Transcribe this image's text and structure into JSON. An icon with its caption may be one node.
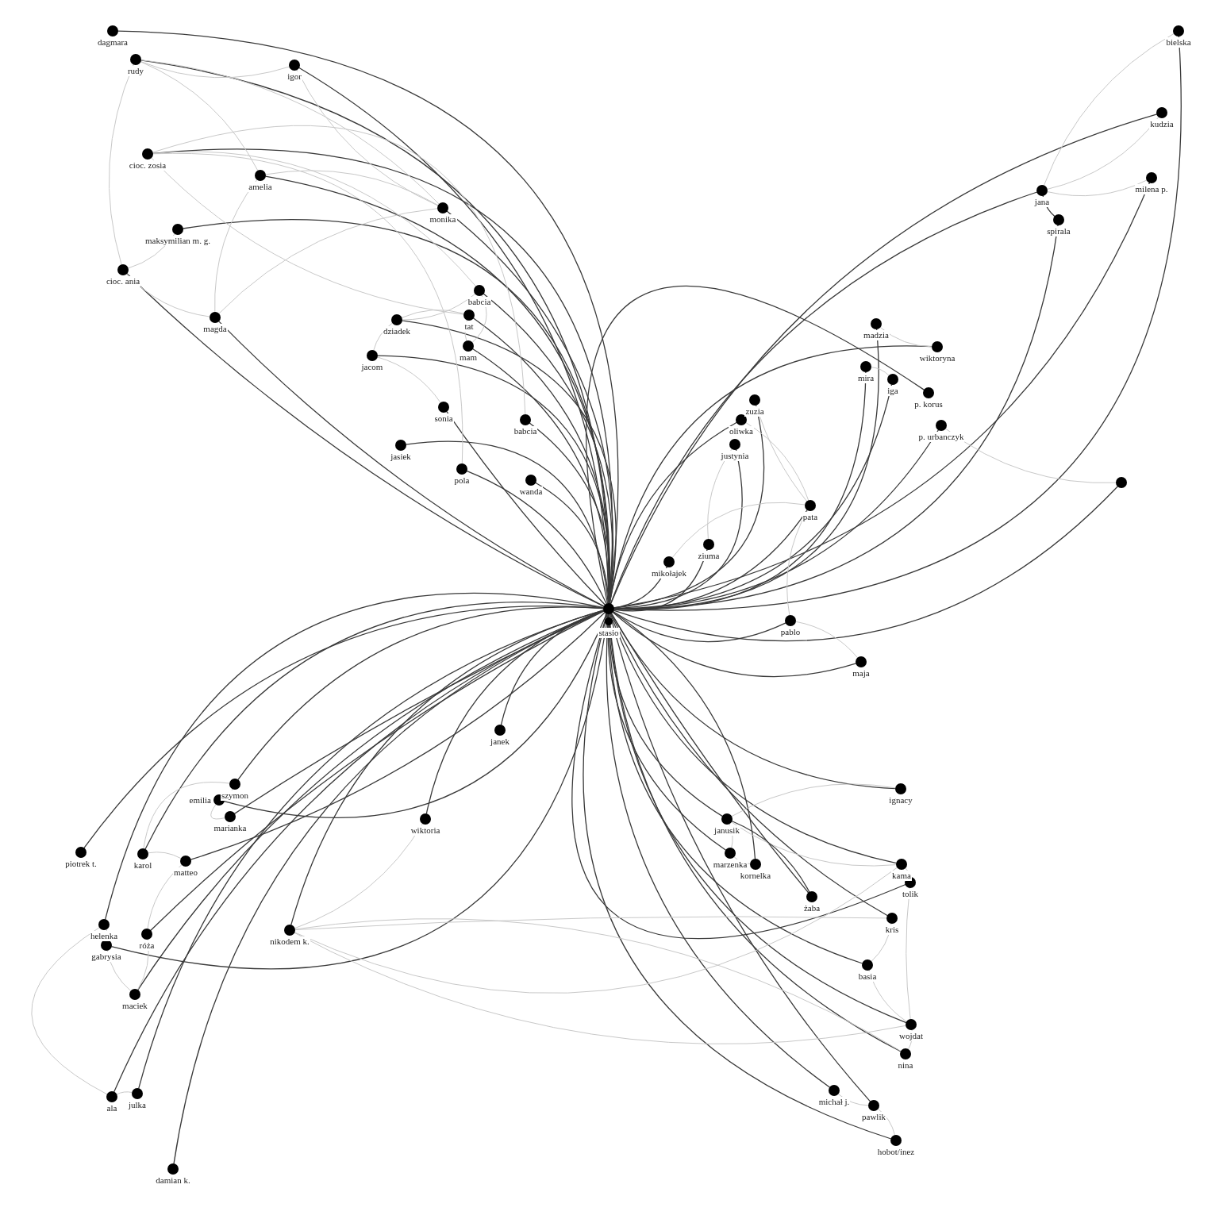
{
  "diagram": {
    "nodes": [
      {
        "text": [
          "dagmara"
        ]
      },
      {
        "text": [
          "rudy"
        ]
      },
      {
        "text": [
          "igor"
        ]
      },
      {
        "text": [
          "cioc. zosia"
        ]
      },
      {
        "text": [
          "amelia"
        ]
      },
      {
        "text": [
          "monika"
        ]
      },
      {
        "text": [
          "maksymilian m. g."
        ]
      },
      {
        "text": [
          "cioc. ania"
        ]
      },
      {
        "text": [
          "magda"
        ]
      },
      {
        "text": [
          "babcia"
        ]
      },
      {
        "text": [
          "dziadek"
        ]
      },
      {
        "text": [
          "tat"
        ]
      },
      {
        "text": [
          "jacom"
        ]
      },
      {
        "text": [
          "mam"
        ]
      },
      {
        "text": [
          "sonia"
        ]
      },
      {
        "text": [
          "babcia"
        ]
      },
      {
        "text": [
          "jasiek"
        ]
      },
      {
        "text": [
          "pola"
        ]
      },
      {
        "text": [
          "wanda"
        ]
      },
      {
        "text": [],
        "shape": "circle"
      },
      {
        "text": [
          "stasio"
        ]
      },
      {
        "text": [
          "bielska"
        ]
      },
      {
        "text": [
          "kudzia"
        ]
      },
      {
        "text": [
          "milena p."
        ]
      },
      {
        "text": [
          "jana"
        ]
      },
      {
        "text": [
          "spirala"
        ]
      },
      {
        "text": [
          "madzia"
        ]
      },
      {
        "text": [
          "wiktoryna"
        ]
      },
      {
        "text": [
          "mira"
        ]
      },
      {
        "text": [
          "iga"
        ]
      },
      {
        "text": [
          "p. korus"
        ]
      },
      {
        "text": [
          "p. urbanczyk"
        ]
      },
      {
        "text": [
          "zuzia"
        ]
      },
      {
        "text": [
          "oliwka"
        ]
      },
      {
        "text": [
          "justynia"
        ]
      },
      {
        "text": [],
        "shape": "circle"
      },
      {
        "text": [
          "pata"
        ]
      },
      {
        "text": [
          "ziuma"
        ]
      },
      {
        "text": [
          "mikołajek"
        ]
      },
      {
        "text": [
          "pablo"
        ]
      },
      {
        "text": [
          "maja"
        ]
      },
      {
        "text": [
          "janek"
        ]
      },
      {
        "text": [
          "szymon"
        ]
      },
      {
        "text": [
          "emilia"
        ]
      },
      {
        "text": [
          "marianka"
        ]
      },
      {
        "text": [
          "wiktoria"
        ]
      },
      {
        "text": [
          "piotrek t."
        ]
      },
      {
        "text": [
          "karol"
        ]
      },
      {
        "text": [
          "matteo"
        ]
      },
      {
        "text": [
          "helenka"
        ]
      },
      {
        "text": [
          "gabrysia"
        ]
      },
      {
        "text": [
          "róża"
        ]
      },
      {
        "text": [
          "nikodem k."
        ]
      },
      {
        "text": [
          "maciek"
        ]
      },
      {
        "text": [
          "ala"
        ]
      },
      {
        "text": [
          "julka"
        ]
      },
      {
        "text": [
          "damian k."
        ]
      },
      {
        "text": [
          "ignacy"
        ]
      },
      {
        "text": [
          "janusik"
        ]
      },
      {
        "text": [
          "marzenka"
        ]
      },
      {
        "text": [
          "kornelka"
        ]
      },
      {
        "text": [
          "kama"
        ]
      },
      {
        "text": [
          "tolik"
        ]
      },
      {
        "text": [
          "żaba"
        ]
      },
      {
        "text": [
          "kris"
        ]
      },
      {
        "text": [
          "basia"
        ]
      },
      {
        "text": [
          "wojdat"
        ]
      },
      {
        "text": [
          "nina"
        ]
      },
      {
        "text": [
          "michał j."
        ]
      },
      {
        "text": [
          "pawlik"
        ]
      },
      {
        "text": [
          "hobot/inez"
        ]
      }
    ],
    "edges": [
      {
        "from": 19,
        "to": 0,
        "arrow": "none"
      },
      {
        "from": 19,
        "to": 1,
        "arrow": "none"
      },
      {
        "from": 19,
        "to": 2,
        "arrow": "none"
      },
      {
        "from": 19,
        "to": 3,
        "arrow": "none"
      },
      {
        "from": 19,
        "to": 4,
        "arrow": "none"
      },
      {
        "from": 19,
        "to": 5,
        "arrow": "none"
      },
      {
        "from": 19,
        "to": 6,
        "arrow": "none"
      },
      {
        "from": 19,
        "to": 7,
        "arrow": "none"
      },
      {
        "from": 19,
        "to": 8,
        "arrow": "none"
      },
      {
        "from": 19,
        "to": 9,
        "arrow": "none"
      },
      {
        "from": 19,
        "to": 10,
        "arrow": "none"
      },
      {
        "from": 19,
        "to": 11,
        "arrow": "none"
      },
      {
        "from": 19,
        "to": 12,
        "arrow": "none"
      },
      {
        "from": 19,
        "to": 13,
        "arrow": "none"
      },
      {
        "from": 19,
        "to": 14,
        "arrow": "none"
      },
      {
        "from": 19,
        "to": 15,
        "arrow": "none"
      },
      {
        "from": 19,
        "to": 16,
        "arrow": "none"
      },
      {
        "from": 19,
        "to": 17,
        "arrow": "none"
      },
      {
        "from": 19,
        "to": 18,
        "arrow": "none"
      },
      {
        "from": 19,
        "to": 20,
        "arrow": "none"
      },
      {
        "from": 19,
        "to": 21,
        "arrow": "none"
      },
      {
        "from": 19,
        "to": 22,
        "arrow": "none"
      },
      {
        "from": 19,
        "to": 23,
        "arrow": "none"
      },
      {
        "from": 19,
        "to": 24,
        "arrow": "none"
      },
      {
        "from": 19,
        "to": 25,
        "arrow": "none"
      },
      {
        "from": 19,
        "to": 26,
        "arrow": "none"
      },
      {
        "from": 19,
        "to": 27,
        "arrow": "none"
      },
      {
        "from": 19,
        "to": 28,
        "arrow": "none"
      },
      {
        "from": 19,
        "to": 29,
        "arrow": "none"
      },
      {
        "from": 19,
        "to": 30,
        "arrow": "none"
      },
      {
        "from": 19,
        "to": 31,
        "arrow": "none"
      },
      {
        "from": 19,
        "to": 32,
        "arrow": "none"
      },
      {
        "from": 19,
        "to": 33,
        "arrow": "none"
      },
      {
        "from": 19,
        "to": 34,
        "arrow": "none"
      },
      {
        "from": 19,
        "to": 35,
        "arrow": "none"
      },
      {
        "from": 19,
        "to": 36,
        "arrow": "none"
      },
      {
        "from": 19,
        "to": 37,
        "arrow": "none"
      },
      {
        "from": 19,
        "to": 38,
        "arrow": "none"
      },
      {
        "from": 19,
        "to": 39,
        "arrow": "none"
      },
      {
        "from": 19,
        "to": 40,
        "arrow": "none"
      },
      {
        "from": 19,
        "to": 41,
        "arrow": "none"
      },
      {
        "from": 19,
        "to": 42,
        "arrow": "none"
      },
      {
        "from": 19,
        "to": 43,
        "arrow": "none"
      },
      {
        "from": 19,
        "to": 44,
        "arrow": "none"
      },
      {
        "from": 19,
        "to": 45,
        "arrow": "none"
      },
      {
        "from": 19,
        "to": 46,
        "arrow": "none"
      },
      {
        "from": 19,
        "to": 47,
        "arrow": "none"
      },
      {
        "from": 19,
        "to": 48,
        "arrow": "none"
      },
      {
        "from": 19,
        "to": 49,
        "arrow": "none"
      },
      {
        "from": 19,
        "to": 50,
        "arrow": "none"
      },
      {
        "from": 19,
        "to": 51,
        "arrow": "none"
      },
      {
        "from": 19,
        "to": 52,
        "arrow": "none"
      },
      {
        "from": 19,
        "to": 53,
        "arrow": "none"
      },
      {
        "from": 19,
        "to": 54,
        "arrow": "none"
      },
      {
        "from": 19,
        "to": 55,
        "arrow": "none"
      },
      {
        "from": 19,
        "to": 56,
        "arrow": "none"
      },
      {
        "from": 19,
        "to": 57,
        "arrow": "none"
      },
      {
        "from": 19,
        "to": 58,
        "arrow": "none"
      },
      {
        "from": 19,
        "to": 59,
        "arrow": "none"
      },
      {
        "from": 19,
        "to": 60,
        "arrow": "none"
      },
      {
        "from": 19,
        "to": 61,
        "arrow": "none"
      },
      {
        "from": 19,
        "to": 62,
        "arrow": "none"
      },
      {
        "from": 19,
        "to": 63,
        "arrow": "none"
      },
      {
        "from": 19,
        "to": 64,
        "arrow": "none"
      },
      {
        "from": 19,
        "to": 65,
        "arrow": "none"
      },
      {
        "from": 19,
        "to": 66,
        "arrow": "none"
      },
      {
        "from": 19,
        "to": 67,
        "arrow": "none"
      },
      {
        "from": 19,
        "to": 68,
        "arrow": "none"
      },
      {
        "from": 19,
        "to": 69,
        "arrow": "none"
      },
      {
        "from": 19,
        "to": 70,
        "arrow": "none"
      },
      {
        "from": 1,
        "to": 2,
        "arrow": "none",
        "color": "#c8c8c8"
      },
      {
        "from": 1,
        "to": 5,
        "arrow": "none",
        "color": "#c8c8c8"
      },
      {
        "from": 1,
        "to": 7,
        "arrow": "none",
        "color": "#c8c8c8"
      },
      {
        "from": 1,
        "to": 4,
        "arrow": "none",
        "color": "#c8c8c8"
      },
      {
        "from": 2,
        "to": 5,
        "arrow": "none",
        "color": "#c8c8c8"
      },
      {
        "from": 3,
        "to": 9,
        "arrow": "none",
        "color": "#c8c8c8"
      },
      {
        "from": 3,
        "to": 11,
        "arrow": "none",
        "color": "#c8c8c8"
      },
      {
        "from": 3,
        "to": 15,
        "arrow": "none",
        "color": "#c8c8c8"
      },
      {
        "from": 3,
        "to": 17,
        "arrow": "none",
        "color": "#c8c8c8"
      },
      {
        "from": 4,
        "to": 5,
        "arrow": "none",
        "color": "#c8c8c8"
      },
      {
        "from": 4,
        "to": 8,
        "arrow": "none",
        "color": "#c8c8c8"
      },
      {
        "from": 6,
        "to": 7,
        "arrow": "none",
        "color": "#c8c8c8"
      },
      {
        "from": 7,
        "to": 8,
        "arrow": "none",
        "color": "#c8c8c8"
      },
      {
        "from": 8,
        "to": 5,
        "arrow": "none",
        "color": "#c8c8c8"
      },
      {
        "from": 10,
        "to": 9,
        "arrow": "none",
        "color": "#c8c8c8"
      },
      {
        "from": 10,
        "to": 11,
        "arrow": "none",
        "color": "#c8c8c8"
      },
      {
        "from": 10,
        "to": 12,
        "arrow": "none",
        "color": "#c8c8c8"
      },
      {
        "from": 9,
        "to": 13,
        "arrow": "none",
        "color": "#c8c8c8"
      },
      {
        "from": 11,
        "to": 13,
        "arrow": "none",
        "color": "#c8c8c8"
      },
      {
        "from": 12,
        "to": 14,
        "arrow": "none",
        "color": "#c8c8c8"
      },
      {
        "from": 24,
        "to": 25,
        "arrow": "none"
      },
      {
        "from": 23,
        "to": 24,
        "arrow": "none",
        "color": "#c8c8c8"
      },
      {
        "from": 21,
        "to": 24,
        "arrow": "none",
        "color": "#c8c8c8"
      },
      {
        "from": 22,
        "to": 24,
        "arrow": "none",
        "color": "#c8c8c8"
      },
      {
        "from": 26,
        "to": 27,
        "arrow": "none",
        "color": "#c8c8c8"
      },
      {
        "from": 28,
        "to": 29,
        "arrow": "none",
        "color": "#c8c8c8"
      },
      {
        "from": 32,
        "to": 36,
        "arrow": "none",
        "color": "#c8c8c8"
      },
      {
        "from": 33,
        "to": 36,
        "arrow": "none",
        "color": "#c8c8c8"
      },
      {
        "from": 34,
        "to": 37,
        "arrow": "none",
        "color": "#c8c8c8"
      },
      {
        "from": 35,
        "to": 31,
        "arrow": "none",
        "color": "#c8c8c8"
      },
      {
        "from": 36,
        "to": 38,
        "arrow": "none",
        "color": "#c8c8c8"
      },
      {
        "from": 39,
        "to": 36,
        "arrow": "none",
        "color": "#c8c8c8"
      },
      {
        "from": 40,
        "to": 39,
        "arrow": "none",
        "color": "#c8c8c8"
      },
      {
        "from": 42,
        "to": 43,
        "arrow": "none",
        "color": "#c8c8c8"
      },
      {
        "from": 43,
        "to": 44,
        "arrow": "none",
        "color": "#c8c8c8"
      },
      {
        "from": 47,
        "to": 48,
        "arrow": "none",
        "color": "#c8c8c8"
      },
      {
        "from": 47,
        "to": 42,
        "arrow": "none",
        "color": "#c8c8c8"
      },
      {
        "from": 49,
        "to": 50,
        "arrow": "none",
        "color": "#c8c8c8"
      },
      {
        "from": 50,
        "to": 53,
        "arrow": "none",
        "color": "#c8c8c8"
      },
      {
        "from": 51,
        "to": 53,
        "arrow": "none",
        "color": "#c8c8c8"
      },
      {
        "from": 48,
        "to": 51,
        "arrow": "none",
        "color": "#c8c8c8"
      },
      {
        "from": 54,
        "to": 55,
        "arrow": "none",
        "color": "#c8c8c8"
      },
      {
        "from": 52,
        "to": 66,
        "arrow": "none",
        "color": "#c8c8c8"
      },
      {
        "from": 52,
        "to": 67,
        "arrow": "none",
        "color": "#c8c8c8"
      },
      {
        "from": 52,
        "to": 61,
        "arrow": "none",
        "color": "#c8c8c8"
      },
      {
        "from": 52,
        "to": 64,
        "arrow": "none",
        "color": "#c8c8c8"
      },
      {
        "from": 58,
        "to": 61,
        "arrow": "none",
        "color": "#c8c8c8"
      },
      {
        "from": 58,
        "to": 59,
        "arrow": "none",
        "color": "#c8c8c8"
      },
      {
        "from": 59,
        "to": 60,
        "arrow": "none",
        "color": "#c8c8c8"
      },
      {
        "from": 61,
        "to": 62,
        "arrow": "none",
        "color": "#c8c8c8"
      },
      {
        "from": 62,
        "to": 66,
        "arrow": "none",
        "color": "#c8c8c8"
      },
      {
        "from": 64,
        "to": 65,
        "arrow": "none",
        "color": "#c8c8c8"
      },
      {
        "from": 65,
        "to": 66,
        "arrow": "none",
        "color": "#c8c8c8"
      },
      {
        "from": 66,
        "to": 67,
        "arrow": "none",
        "color": "#c8c8c8"
      },
      {
        "from": 68,
        "to": 69,
        "arrow": "none",
        "color": "#c8c8c8"
      },
      {
        "from": 69,
        "to": 70,
        "arrow": "none",
        "color": "#c8c8c8"
      },
      {
        "from": 57,
        "to": 58,
        "arrow": "none",
        "color": "#c8c8c8"
      },
      {
        "from": 58,
        "to": 63,
        "arrow": "none"
      },
      {
        "from": 52,
        "to": 45,
        "arrow": "none",
        "color": "#c8c8c8"
      },
      {
        "from": 54,
        "to": 49,
        "arrow": "none",
        "color": "#c8c8c8"
      }
    ]
  }
}
